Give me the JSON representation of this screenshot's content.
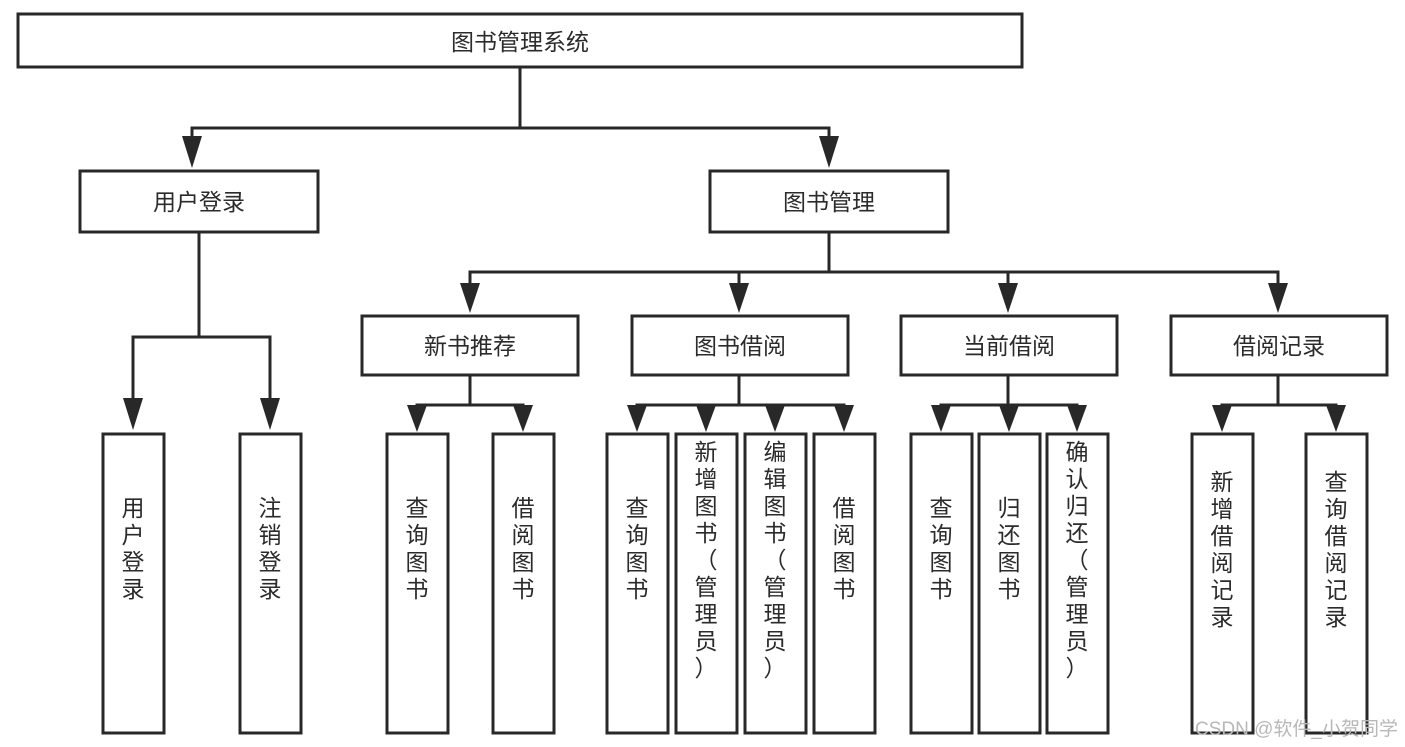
{
  "diagram": {
    "type": "tree-hierarchy",
    "orientation": "top-down",
    "root": {
      "id": "root",
      "label": "图书管理系统",
      "orientation": "horizontal"
    },
    "level2": [
      {
        "id": "user-login",
        "label": "用户登录",
        "orientation": "horizontal"
      },
      {
        "id": "book-manage",
        "label": "图书管理",
        "orientation": "horizontal"
      }
    ],
    "level3": [
      {
        "id": "new-book-recommend",
        "label": "新书推荐",
        "orientation": "horizontal",
        "parent": "book-manage"
      },
      {
        "id": "book-borrow",
        "label": "图书借阅",
        "orientation": "horizontal",
        "parent": "book-manage"
      },
      {
        "id": "current-borrow",
        "label": "当前借阅",
        "orientation": "horizontal",
        "parent": "book-manage"
      },
      {
        "id": "borrow-record",
        "label": "借阅记录",
        "orientation": "horizontal",
        "parent": "book-manage"
      }
    ],
    "leaves": [
      {
        "id": "leaf-user-login",
        "label": "用户登录",
        "orientation": "vertical",
        "parent": "user-login"
      },
      {
        "id": "leaf-user-logout",
        "label": "注销登录",
        "orientation": "vertical",
        "parent": "user-login"
      },
      {
        "id": "leaf-query-book-1",
        "label": "查询图书",
        "orientation": "vertical",
        "parent": "new-book-recommend"
      },
      {
        "id": "leaf-borrow-book-1",
        "label": "借阅图书",
        "orientation": "vertical",
        "parent": "new-book-recommend"
      },
      {
        "id": "leaf-query-book-2",
        "label": "查询图书",
        "orientation": "vertical",
        "parent": "book-borrow"
      },
      {
        "id": "leaf-add-book",
        "label": "新增图书（管理员）",
        "orientation": "vertical",
        "parent": "book-borrow"
      },
      {
        "id": "leaf-edit-book",
        "label": "编辑图书（管理员）",
        "orientation": "vertical",
        "parent": "book-borrow"
      },
      {
        "id": "leaf-borrow-book-2",
        "label": "借阅图书",
        "orientation": "vertical",
        "parent": "book-borrow"
      },
      {
        "id": "leaf-query-book-3",
        "label": "查询图书",
        "orientation": "vertical",
        "parent": "current-borrow"
      },
      {
        "id": "leaf-return-book",
        "label": "归还图书",
        "orientation": "vertical",
        "parent": "current-borrow"
      },
      {
        "id": "leaf-confirm-return",
        "label": "确认归还（管理员）",
        "orientation": "vertical",
        "parent": "current-borrow"
      },
      {
        "id": "leaf-add-record",
        "label": "新增借阅记录",
        "orientation": "vertical",
        "parent": "borrow-record"
      },
      {
        "id": "leaf-query-record",
        "label": "查询借阅记录",
        "orientation": "vertical",
        "parent": "borrow-record"
      }
    ]
  },
  "watermark": {
    "text": "CSDN @软件_小贺同学"
  },
  "colors": {
    "stroke": "#282828",
    "node_fill": "#ffffff",
    "text": "#2b2b2b",
    "watermark": "#b8b8b8",
    "background": "#ffffff"
  }
}
